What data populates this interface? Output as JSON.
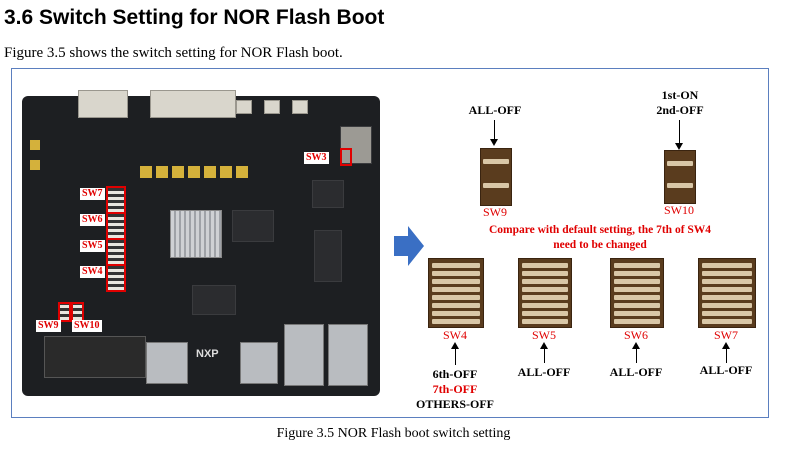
{
  "heading": "3.6 Switch Setting for NOR Flash Boot",
  "intro": "Figure 3.5 shows the switch setting for NOR Flash boot.",
  "caption": "Figure 3.5  NOR Flash boot switch setting",
  "board_labels": {
    "sw3": "SW3",
    "sw7": "SW7",
    "sw6": "SW6",
    "sw5": "SW5",
    "sw4": "SW4",
    "sw9": "SW9",
    "sw10": "SW10",
    "logo": "NXP"
  },
  "switches": {
    "sw9": {
      "name": "SW9",
      "setting": "ALL-OFF"
    },
    "sw10": {
      "name": "SW10",
      "setting_line1": "1st-ON",
      "setting_line2": "2nd-OFF"
    },
    "sw4": {
      "name": "SW4",
      "setting_line1": "6th-OFF",
      "setting_line2": "7th-OFF",
      "setting_line3": "OTHERS-OFF"
    },
    "sw5": {
      "name": "SW5",
      "setting": "ALL-OFF"
    },
    "sw6": {
      "name": "SW6",
      "setting": "ALL-OFF"
    },
    "sw7": {
      "name": "SW7",
      "setting": "ALL-OFF"
    }
  },
  "note_line1": "Compare with default setting, the 7th of SW4",
  "note_line2": "need to be changed",
  "colors": {
    "highlight": "#e00000",
    "frame": "#5b7fbf",
    "arrow": "#3a6fc4"
  }
}
